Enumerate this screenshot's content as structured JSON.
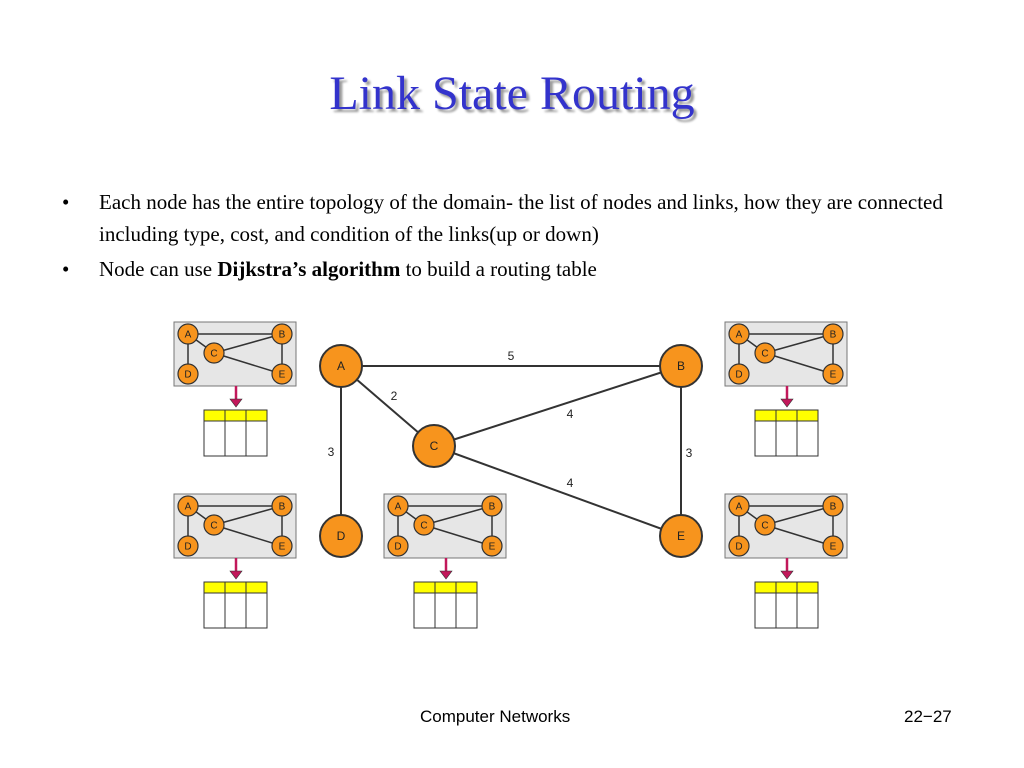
{
  "slide": {
    "title": "Link State Routing",
    "bullet_marker": "•",
    "bullets": [
      {
        "text": "Each node has the entire topology of the domain- the list of nodes and links, how they are connected including type, cost, and condition of the links(up or down)"
      },
      {
        "before": "Node can use ",
        "bold": "Dijkstra’s algorithm",
        "after": " to build a routing table"
      }
    ]
  },
  "diagram": {
    "nodes": [
      "A",
      "B",
      "C",
      "D",
      "E"
    ],
    "links": [
      {
        "from": "A",
        "to": "B",
        "cost": "5"
      },
      {
        "from": "A",
        "to": "C",
        "cost": "2"
      },
      {
        "from": "A",
        "to": "D",
        "cost": "3"
      },
      {
        "from": "C",
        "to": "B",
        "cost": "4"
      },
      {
        "from": "C",
        "to": "E",
        "cost": "4"
      },
      {
        "from": "B",
        "to": "E",
        "cost": "3"
      }
    ],
    "colors": {
      "node_fill": "#f7941d",
      "node_stroke": "#333333",
      "panel_fill": "#e6e6e6",
      "table_header": "#ffff00",
      "arrow": "#c2185b"
    }
  },
  "footer": {
    "course": "Computer Networks",
    "page": "22−27"
  }
}
